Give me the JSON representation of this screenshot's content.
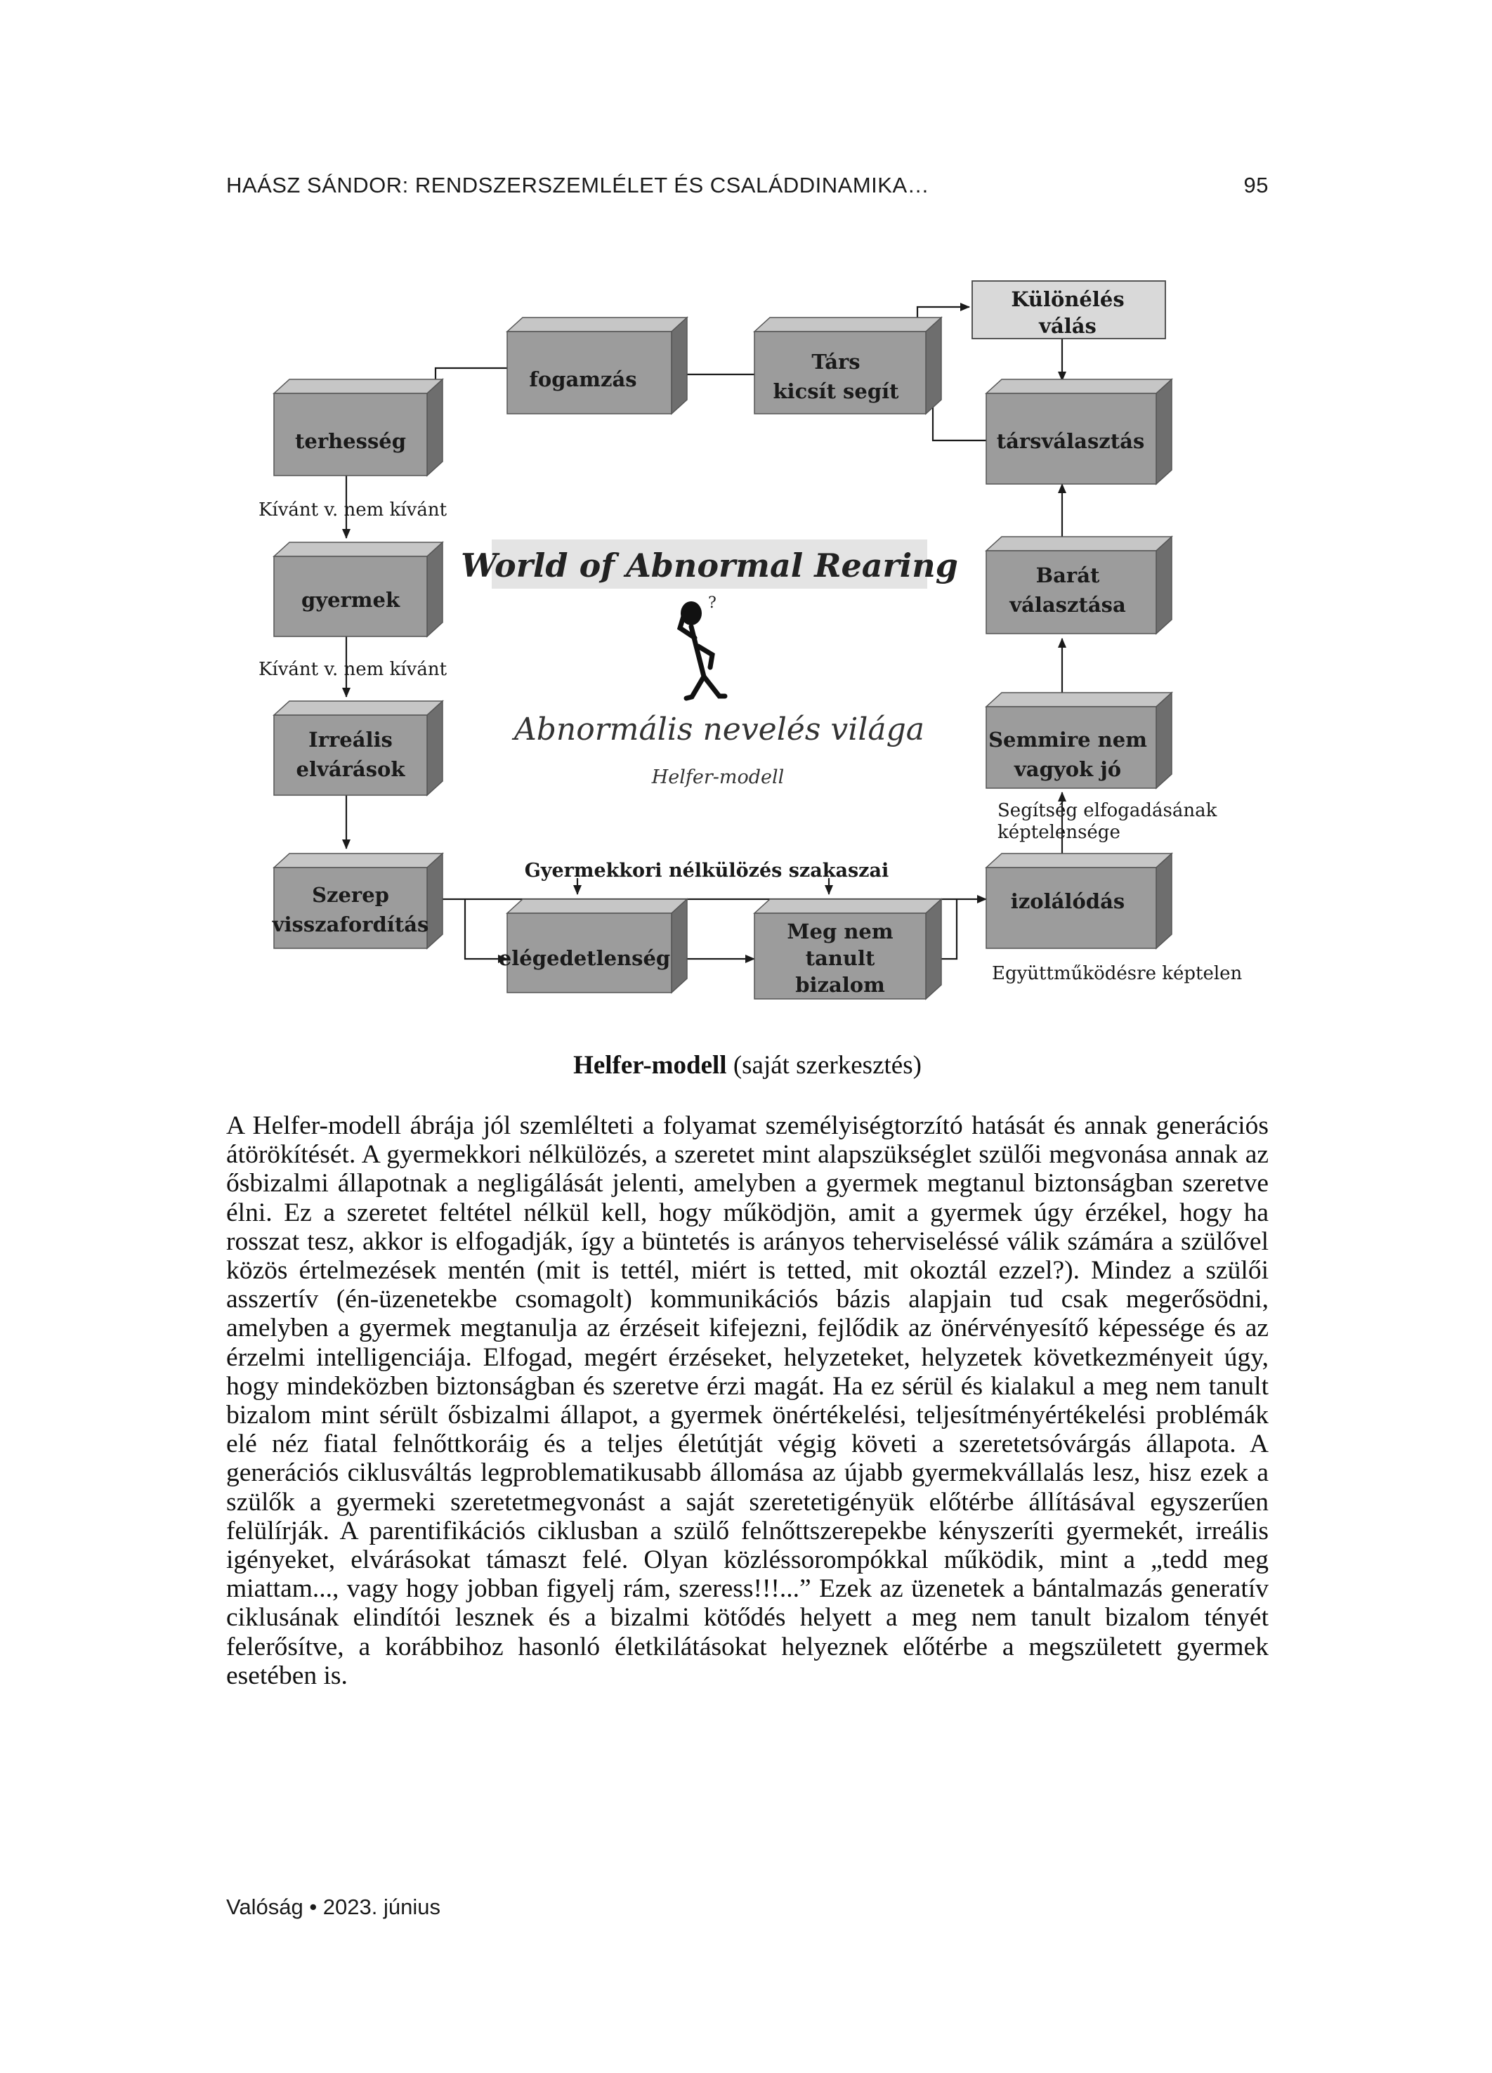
{
  "header": {
    "running_title": "HAÁSZ SÁNDOR: RENDSZERSZEMLÉLET ÉS CSALÁDDINAMIKA…",
    "page_number": "95"
  },
  "figure": {
    "title": "World of Abnormal Rearing",
    "subtitle": "Abnormális nevelés világa",
    "model_label": "Helfer-modell",
    "stages_label": "Gyermekkori nélkülözés szakaszai",
    "boxes": {
      "terhesseg": [
        "terhesség"
      ],
      "fogamzas": [
        "fogamzás"
      ],
      "tars": [
        "Társ",
        "kicsít segít"
      ],
      "kulonveles": [
        "Különélés",
        "válás"
      ],
      "tarsvalasztas": [
        "társválasztás"
      ],
      "gyermek": [
        "gyermek"
      ],
      "barat": [
        "Barát",
        "választása"
      ],
      "irrealis": [
        "Irreális",
        "elvárások"
      ],
      "semmire": [
        "Semmire nem",
        "vagyok jó"
      ],
      "szerep": [
        "Szerep",
        "visszafordítás"
      ],
      "elegedetlenseg": [
        "elégedetlenség"
      ],
      "megnem": [
        "Meg nem",
        "tanult",
        "bizalom"
      ],
      "izolalodas": [
        "izolálódás"
      ]
    },
    "notes": {
      "kivant_1": "Kívánt v. nem kívánt",
      "kivant_2": "Kívánt v. nem kívánt",
      "segitseg": [
        "Segítség elfogadásának",
        "képtelensége"
      ],
      "egyuttmukodes": "Együttműködésre képtelen"
    }
  },
  "caption": {
    "bold": "Helfer-modell",
    "rest": " (saját szerkesztés)"
  },
  "body": "A Helfer-modell ábrája jól szemlélteti a folyamat személyiségtorzító hatását és annak generációs átörökítését. A gyermekkori nélkülözés, a szeretet mint alapszükséglet szülői megvonása annak az ősbizalmi állapotnak a negligálását jelenti, amelyben a gyermek megtanul biztonságban szeretve élni. Ez a szeretet feltétel nélkül kell, hogy működjön, amit a gyermek úgy érzékel, hogy ha rosszat tesz, akkor is elfogadják, így a büntetés is arányos teherviseléssé válik számára a szülővel közös értelmezések mentén (mit is tettél, miért is tetted, mit okoztál ezzel?). Mindez a szülői asszertív (én-üzenetekbe csomagolt) kommunikációs bázis alapjain tud csak megerősödni, amelyben a gyermek megtanulja az érzéseit kifejezni, fejlődik az önérvényesítő képessége és az érzelmi intelligenciája. Elfogad, megért érzéseket, helyzeteket, helyzetek következményeit úgy, hogy mindeközben biztonságban és szeretve érzi magát. Ha ez sérül és kialakul a meg nem tanult bizalom mint sérült ősbizalmi állapot, a gyermek önértékelési, teljesítményértékelési problémák elé néz fiatal felnőttkoráig és a teljes életútját végig követi a szeretetsóvárgás állapota. A generációs ciklusváltás legproblematikusabb állomása az újabb gyermekvállalás lesz, hisz ezek a szülők a gyermeki szeretetmegvonást a saját szeretetigényük előtérbe állításával egyszerűen felülírják. A parentifikációs ciklusban a szülő felnőttszerepekbe kényszeríti gyermekét, irreális igényeket, elvárásokat támaszt felé. Olyan közléssorompókkal működik, mint a „tedd meg miattam..., vagy hogy jobban figyelj rám, szeress!!!...” Ezek az üzenetek a bántalmazás generatív ciklusának elindítói lesznek és a bizalmi kötődés helyett a meg nem tanult bizalom tényét felerősítve, a korábbihoz hasonló életkilátásokat helyeznek előtérbe a megszületett gyermek esetében is.",
  "footer": "Valóság • 2023. június",
  "colors": {
    "box_front": "#9c9c9c",
    "box_top": "#c6c6c6",
    "box_side": "#6e6e6e",
    "banner": "#e4e4e4"
  }
}
